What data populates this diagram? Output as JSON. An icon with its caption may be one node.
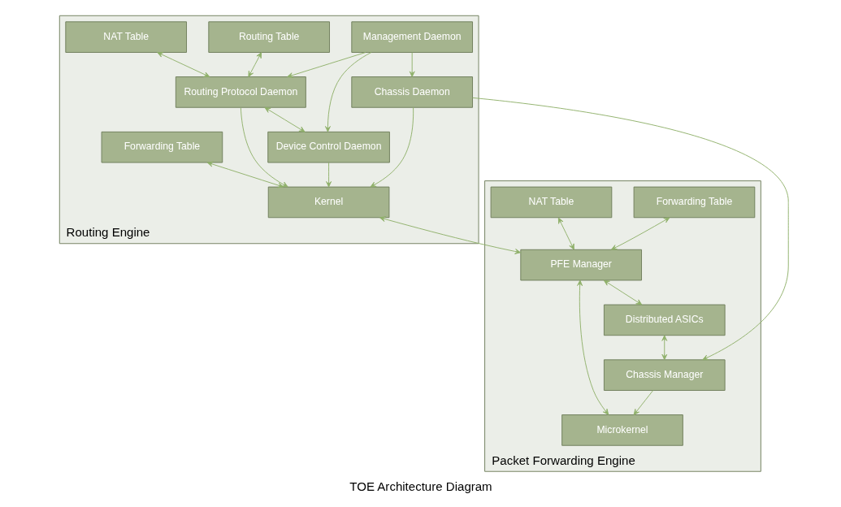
{
  "diagram": {
    "caption": "TOE Architecture Diagram",
    "nodes": [
      {
        "text": [
          "Routing Engine"
        ]
      },
      {
        "text": [
          "Routing Table"
        ],
        "in": 0
      },
      {
        "text": [
          "Management Daemon"
        ],
        "in": 0
      },
      {
        "text": [
          "NAT Table"
        ],
        "in": 0
      },
      {
        "text": [
          "Routing Protocol Daemon"
        ],
        "in": 0
      },
      {
        "text": [
          "Device Control Daemon"
        ],
        "in": 0
      },
      {
        "text": [
          "Chassis Daemon"
        ],
        "in": 0
      },
      {
        "text": [
          "Forwarding Table"
        ],
        "in": 0
      },
      {
        "text": [
          "Kernel"
        ],
        "in": 0
      },
      {
        "text": [
          "Packet Forwarding Engine"
        ]
      },
      {
        "text": [
          "Forwarding Table"
        ],
        "in": 9
      },
      {
        "text": [
          "PFE Manager"
        ],
        "in": 9
      },
      {
        "text": [
          "Distributed ASICs"
        ],
        "in": 9
      },
      {
        "text": [
          "Chassis Manager"
        ],
        "in": 9
      },
      {
        "text": [
          "NAT Table"
        ],
        "in": 9
      },
      {
        "text": [
          "Microkernel"
        ],
        "in": 9
      }
    ],
    "edges": [
      {
        "from": 1,
        "to": 4,
        "arrow": "both"
      },
      {
        "from": 3,
        "to": 4,
        "arrow": "both"
      },
      {
        "from": 2,
        "to": 4,
        "arrow": "to"
      },
      {
        "from": 2,
        "to": 5,
        "arrow": "to"
      },
      {
        "from": 2,
        "to": 6,
        "arrow": "to"
      },
      {
        "from": 4,
        "to": 5,
        "arrow": "both"
      },
      {
        "from": 4,
        "to": 8,
        "arrow": "to"
      },
      {
        "from": 5,
        "to": 8,
        "arrow": "to"
      },
      {
        "from": 6,
        "to": 8,
        "arrow": "to"
      },
      {
        "from": 7,
        "to": 8,
        "arrow": "both"
      },
      {
        "from": 8,
        "to": 11,
        "arrow": "both"
      },
      {
        "from": 6,
        "to": 13,
        "arrow": "to"
      },
      {
        "from": 10,
        "to": 11,
        "arrow": "both"
      },
      {
        "from": 14,
        "to": 11,
        "arrow": "both"
      },
      {
        "from": 11,
        "to": 12,
        "arrow": "both"
      },
      {
        "from": 12,
        "to": 13,
        "arrow": "both"
      },
      {
        "from": 11,
        "to": 15,
        "arrow": "both"
      },
      {
        "from": 13,
        "to": 15,
        "arrow": "to"
      }
    ]
  }
}
